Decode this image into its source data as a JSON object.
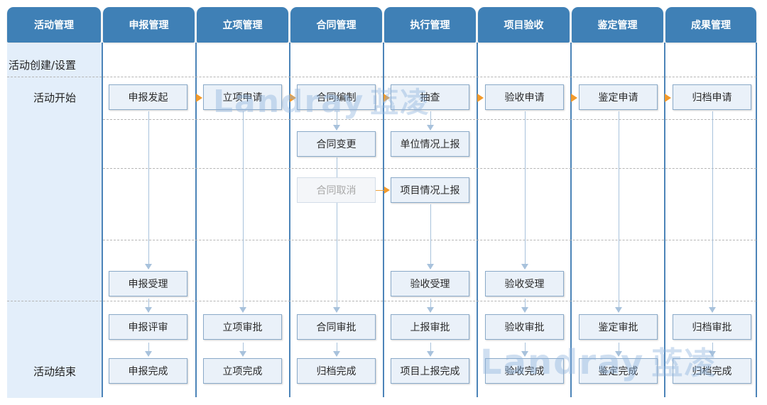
{
  "columns": [
    {
      "label": "活动管理"
    },
    {
      "label": "申报管理"
    },
    {
      "label": "立项管理"
    },
    {
      "label": "合同管理"
    },
    {
      "label": "执行管理"
    },
    {
      "label": "项目验收"
    },
    {
      "label": "鉴定管理"
    },
    {
      "label": "成果管理"
    }
  ],
  "rows": {
    "create": "活动创建/设置",
    "start": "活动开始",
    "end": "活动结束"
  },
  "boxes": {
    "declare_start": "申报发起",
    "declare_accept": "申报受理",
    "declare_review": "申报评审",
    "declare_done": "申报完成",
    "project_apply": "立项申请",
    "project_approve": "立项审批",
    "project_done": "立项完成",
    "contract_draft": "合同编制",
    "contract_change": "合同变更",
    "contract_cancel": "合同取消",
    "contract_approve": "合同审批",
    "archive_done_contract": "归档完成",
    "exec_check": "抽查",
    "exec_unit_report": "单位情况上报",
    "exec_project_report": "项目情况上报",
    "exec_accept": "验收受理",
    "exec_report_approve": "上报审批",
    "exec_report_done": "项目上报完成",
    "acc_apply": "验收申请",
    "acc_accept": "验收受理",
    "acc_approve": "验收审批",
    "acc_done": "验收完成",
    "appr_apply": "鉴定申请",
    "appr_approve": "鉴定审批",
    "appr_done": "鉴定完成",
    "arch_apply": "归档申请",
    "arch_approve": "归档审批",
    "arch_done": "归档完成"
  },
  "watermark": {
    "latin": "Landray",
    "cjk": "蓝凌"
  },
  "colors": {
    "header": "#3f80b6",
    "lane": "#e3eefa",
    "arrow_flow": "#f39a2a",
    "arrow_step": "#a8c2dc"
  }
}
